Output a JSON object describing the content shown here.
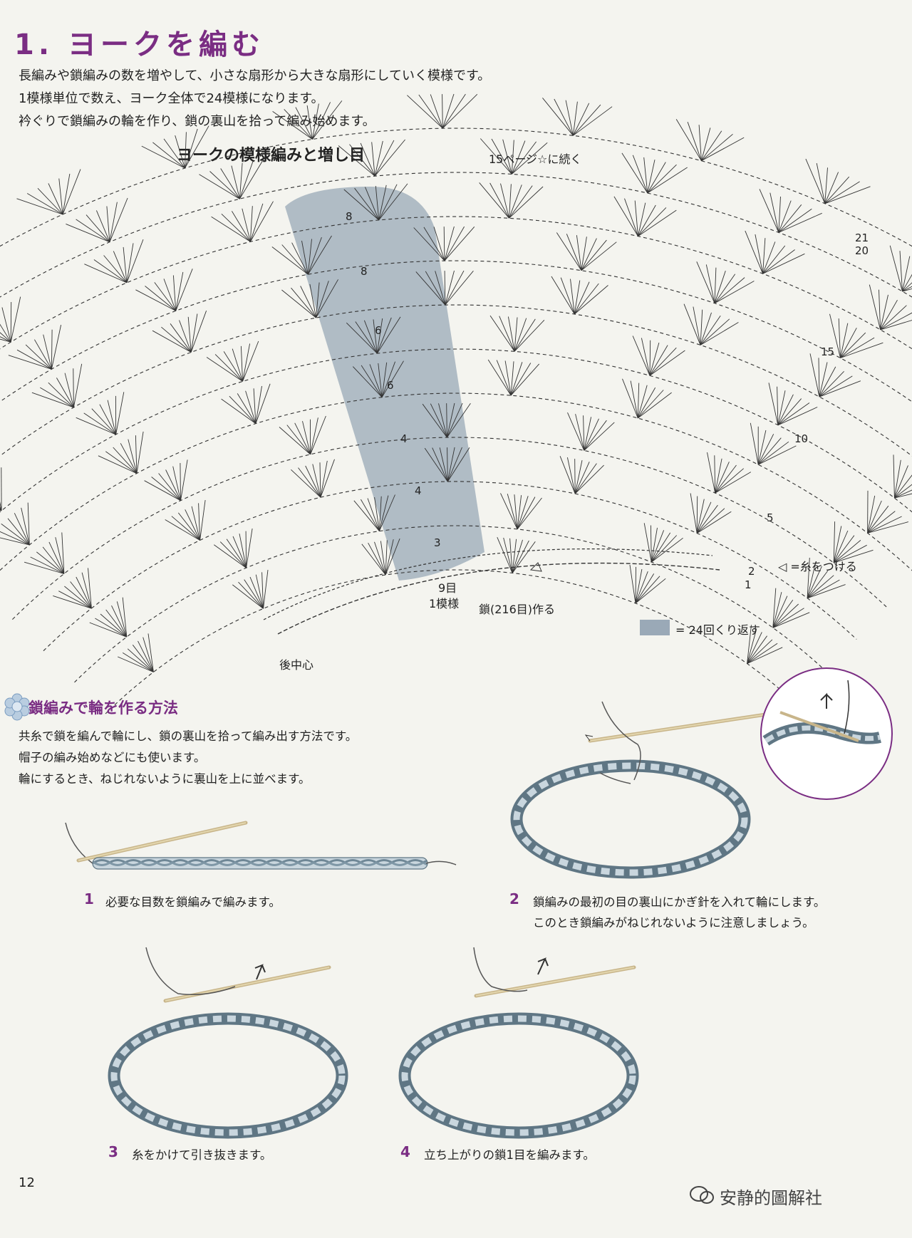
{
  "heading": "1. ヨークを編む",
  "intro": [
    "長編みや鎖編みの数を増やして、小さな扇形から大きな扇形にしていく模様です。",
    "1模様単位で数え、ヨーク全体で24模様になります。",
    "衿ぐりで鎖編みの輪を作り、鎖の裏山を拾って編み始めます。"
  ],
  "chart": {
    "title": "ヨークの模様編みと増し目",
    "continue_note": "15ページ☆に続く",
    "row_labels": [
      "21",
      "20",
      "15",
      "10",
      "5",
      "2",
      "1"
    ],
    "inner_labels": [
      "8",
      "8",
      "6",
      "6",
      "4",
      "4",
      "3"
    ],
    "pattern_unit": [
      "9目",
      "1模様"
    ],
    "chain_note": "鎖(216目)作る",
    "back_center": "後中心",
    "legend_attach": "◁ =糸をつける",
    "legend_repeat": "= 24回くり返す",
    "colors": {
      "repeat_shade": "#9aa9b7",
      "yarn": "#6f8796",
      "yarn_light": "#c9d6de"
    }
  },
  "subsection": {
    "title": "鎖編みで輪を作る方法",
    "icon": "flower-motif-icon",
    "lines": [
      "共糸で鎖を編んで輪にし、鎖の裏山を拾って編み出す方法です。",
      "帽子の編み始めなどにも使います。",
      "輪にするとき、ねじれないように裏山を上に並べます。"
    ]
  },
  "steps": [
    {
      "num": "1",
      "text": [
        "必要な目数を鎖編みで編みます。"
      ]
    },
    {
      "num": "2",
      "text": [
        "鎖編みの最初の目の裏山にかぎ針を入れて輪にします。",
        "このとき鎖編みがねじれないように注意しましょう。"
      ]
    },
    {
      "num": "3",
      "text": [
        "糸をかけて引き抜きます。"
      ]
    },
    {
      "num": "4",
      "text": [
        "立ち上がりの鎖1目を編みます。"
      ]
    }
  ],
  "page_number": "12",
  "watermark": "安静的圖解社"
}
